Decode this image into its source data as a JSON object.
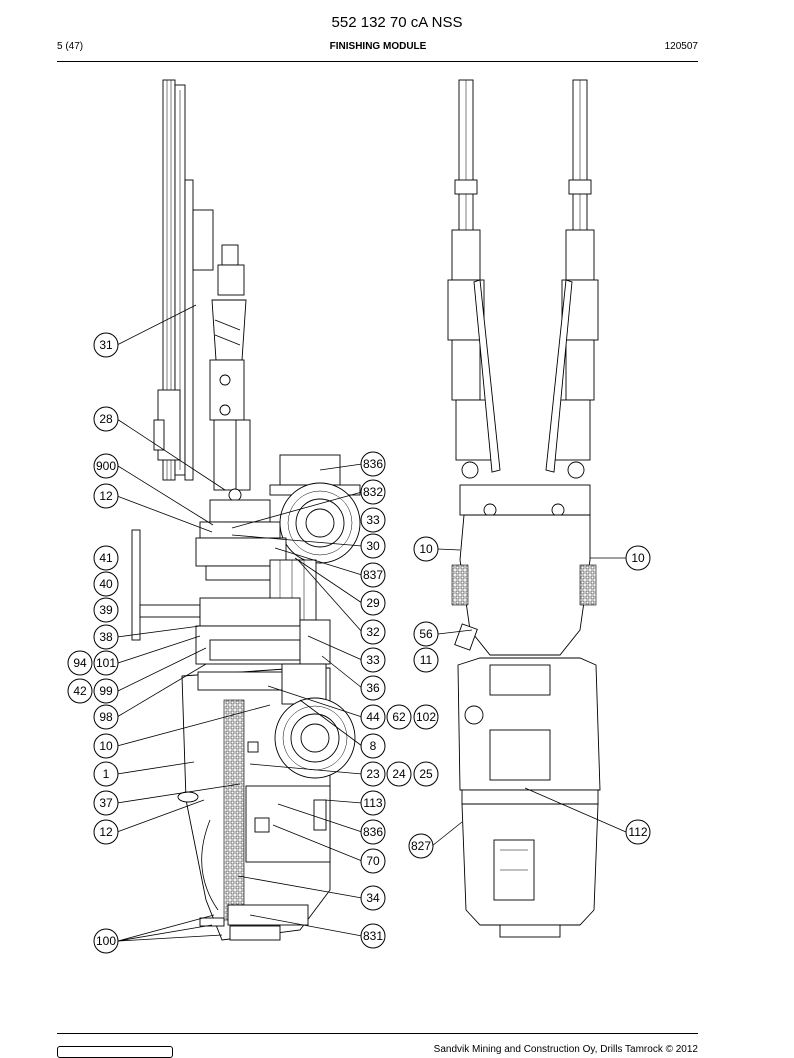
{
  "header": {
    "doc_number": "552 132 70 cA NSS",
    "page": "5 (47)",
    "section": "FINISHING MODULE",
    "date": "120507"
  },
  "footer": {
    "text": "Sandvik Mining and Construction Oy, Drills Tamrock © 2012"
  },
  "callouts": [
    {
      "id": "c31",
      "label": "31"
    },
    {
      "id": "c28",
      "label": "28"
    },
    {
      "id": "c900",
      "label": "900"
    },
    {
      "id": "c12a",
      "label": "12"
    },
    {
      "id": "c41",
      "label": "41"
    },
    {
      "id": "c40",
      "label": "40"
    },
    {
      "id": "c39",
      "label": "39"
    },
    {
      "id": "c38",
      "label": "38"
    },
    {
      "id": "c94",
      "label": "94"
    },
    {
      "id": "c101",
      "label": "101"
    },
    {
      "id": "c42",
      "label": "42"
    },
    {
      "id": "c99",
      "label": "99"
    },
    {
      "id": "c98",
      "label": "98"
    },
    {
      "id": "c10a",
      "label": "10"
    },
    {
      "id": "c1",
      "label": "1"
    },
    {
      "id": "c37",
      "label": "37"
    },
    {
      "id": "c12b",
      "label": "12"
    },
    {
      "id": "c100",
      "label": "100"
    },
    {
      "id": "c836a",
      "label": "836"
    },
    {
      "id": "c832",
      "label": "832"
    },
    {
      "id": "c33a",
      "label": "33"
    },
    {
      "id": "c30",
      "label": "30"
    },
    {
      "id": "c837",
      "label": "837"
    },
    {
      "id": "c29",
      "label": "29"
    },
    {
      "id": "c32",
      "label": "32"
    },
    {
      "id": "c33b",
      "label": "33"
    },
    {
      "id": "c36",
      "label": "36"
    },
    {
      "id": "c44",
      "label": "44"
    },
    {
      "id": "c62",
      "label": "62"
    },
    {
      "id": "c102",
      "label": "102"
    },
    {
      "id": "c8",
      "label": "8"
    },
    {
      "id": "c23",
      "label": "23"
    },
    {
      "id": "c24",
      "label": "24"
    },
    {
      "id": "c25",
      "label": "25"
    },
    {
      "id": "c113",
      "label": "113"
    },
    {
      "id": "c836b",
      "label": "836"
    },
    {
      "id": "c70",
      "label": "70"
    },
    {
      "id": "c34",
      "label": "34"
    },
    {
      "id": "c831",
      "label": "831"
    },
    {
      "id": "c10b",
      "label": "10"
    },
    {
      "id": "c10c",
      "label": "10"
    },
    {
      "id": "c56",
      "label": "56"
    },
    {
      "id": "c11",
      "label": "11"
    },
    {
      "id": "c112",
      "label": "112"
    },
    {
      "id": "c827",
      "label": "827"
    }
  ]
}
